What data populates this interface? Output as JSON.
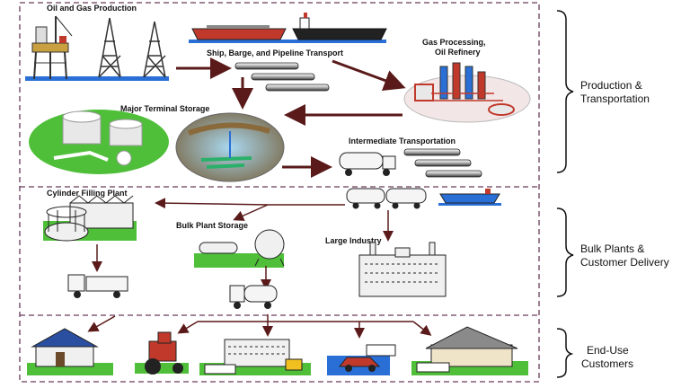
{
  "labels": {
    "oil_gas_production": "Oil and Gas Production",
    "ship_barge_pipeline": "Ship, Barge, and Pipeline Transport",
    "gas_processing_line1": "Gas Processing,",
    "gas_processing_line2": "Oil Refinery",
    "major_terminal_storage": "Major Terminal Storage",
    "intermediate_transportation": "Intermediate Transportation",
    "cylinder_filling_plant": "Cylinder Filling Plant",
    "bulk_plant_storage": "Bulk Plant Storage",
    "large_industry": "Large Industry"
  },
  "sections": [
    {
      "line1": "Production &",
      "line2": "Transportation"
    },
    {
      "line1": "Bulk Plants &",
      "line2": "Customer Delivery"
    },
    {
      "line1": "End-Use",
      "line2": "Customers"
    }
  ],
  "colors": {
    "arrow": "#5a1a1a",
    "frame": "#6a3a5a",
    "grass": "#4fbf3a",
    "water": "#2a6fd6",
    "hull": "#c0392b",
    "tank": "#e8e8e8"
  }
}
